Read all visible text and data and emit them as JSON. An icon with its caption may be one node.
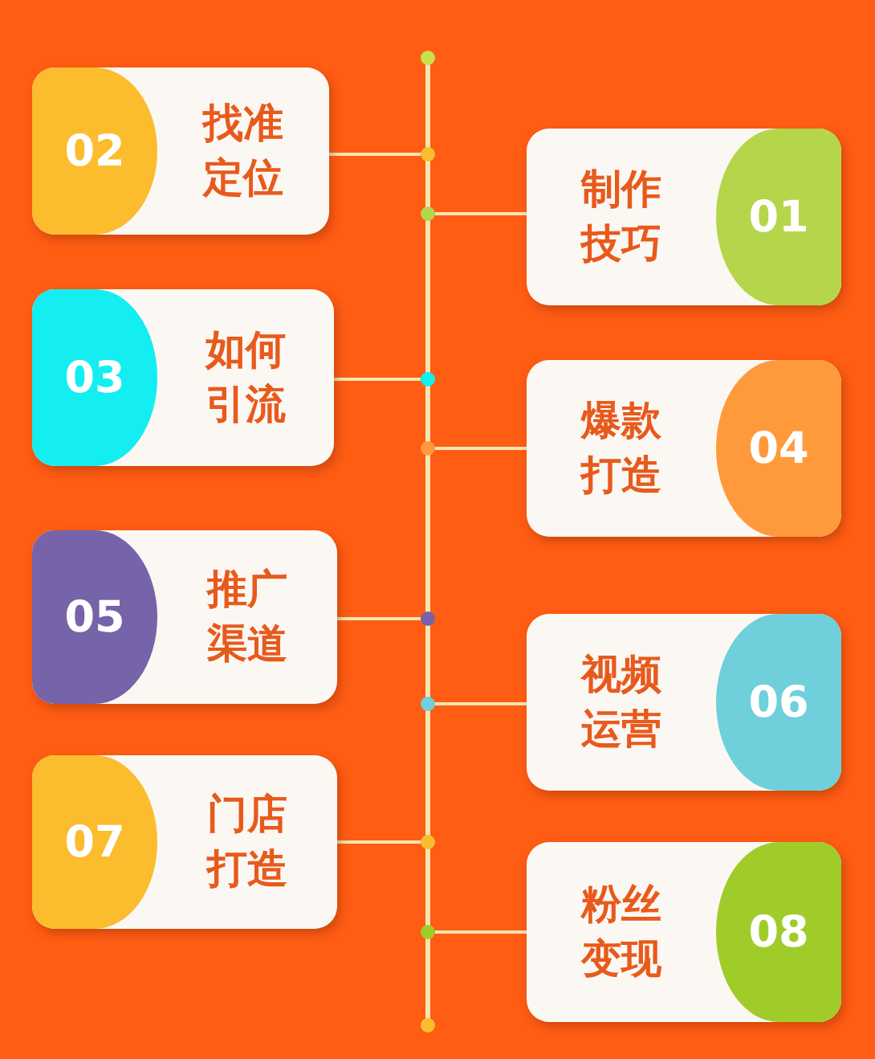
{
  "diagram": {
    "nodes": [
      {
        "text": [],
        "shape": "bar"
      },
      {
        "text": [
          "02",
          "找准定位"
        ]
      },
      {
        "text": [
          "制作技巧",
          "01"
        ]
      },
      {
        "text": [
          "03",
          "如何引流"
        ]
      },
      {
        "text": [
          "爆款打造",
          "04"
        ]
      },
      {
        "text": [
          "05",
          "推广渠道"
        ]
      },
      {
        "text": [
          "视频运营",
          "06"
        ]
      },
      {
        "text": [
          "07",
          "门店打造"
        ]
      },
      {
        "text": [
          "粉丝变现",
          "08"
        ]
      }
    ],
    "edges": [
      {
        "from": 1,
        "to": 0,
        "arrow": "none"
      },
      {
        "from": 2,
        "to": 0,
        "arrow": "none"
      },
      {
        "from": 3,
        "to": 0,
        "arrow": "none"
      },
      {
        "from": 4,
        "to": 0,
        "arrow": "none"
      },
      {
        "from": 5,
        "to": 0,
        "arrow": "none"
      },
      {
        "from": 6,
        "to": 0,
        "arrow": "none"
      },
      {
        "from": 7,
        "to": 0,
        "arrow": "none"
      },
      {
        "from": 8,
        "to": 0,
        "arrow": "none"
      }
    ]
  }
}
